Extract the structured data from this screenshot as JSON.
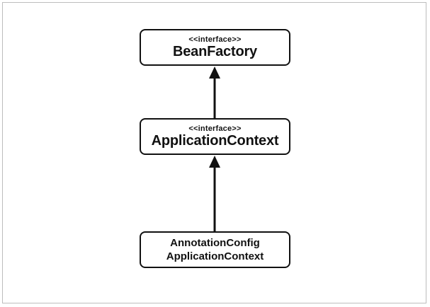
{
  "diagram": {
    "nodes": [
      {
        "id": "bean_factory",
        "stereotype": "<<interface>>",
        "name": "BeanFactory"
      },
      {
        "id": "application_context",
        "stereotype": "<<interface>>",
        "name": "ApplicationContext"
      },
      {
        "id": "annotation_config_application_context",
        "name_lines": [
          "AnnotationConfig",
          "ApplicationContext"
        ]
      }
    ],
    "edges": [
      {
        "from": "application_context",
        "to": "bean_factory",
        "relation": "generalization",
        "style": "solid"
      },
      {
        "from": "annotation_config_application_context",
        "to": "application_context",
        "relation": "generalization",
        "style": "solid"
      }
    ]
  }
}
